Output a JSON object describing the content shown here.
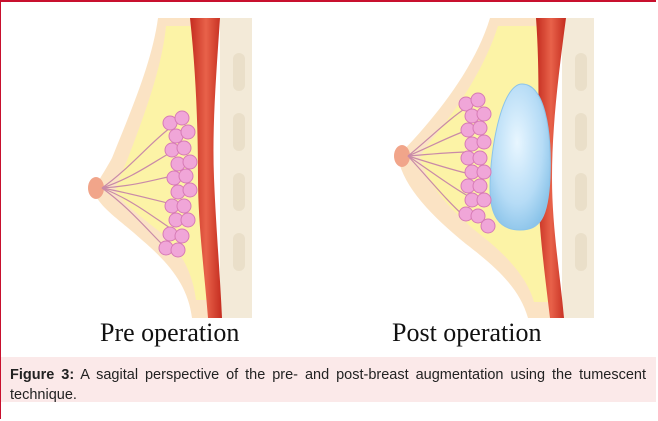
{
  "figure": {
    "panels": [
      {
        "id": "pre",
        "label": "Pre operation"
      },
      {
        "id": "post",
        "label": "Post operation"
      }
    ],
    "caption": {
      "label": "Figure 3:",
      "text": " A sagital perspective of the pre- and post-breast augmentation using the tumescent technique."
    }
  },
  "colors": {
    "frame_border": "#c8102e",
    "caption_background": "#fbe9e9",
    "skin": "#fbe3c4",
    "fat": "#fcf3a6",
    "muscle": "#d63a2a",
    "chest_wall": "#f3ead8",
    "rib": "#eadfc9",
    "gland_lobule": "#f0a6d8",
    "nipple": "#f1a58a",
    "implant": "#a9d6f5"
  },
  "icons": {
    "pre": "breast-cross-section-natural",
    "post": "breast-cross-section-with-implant"
  }
}
